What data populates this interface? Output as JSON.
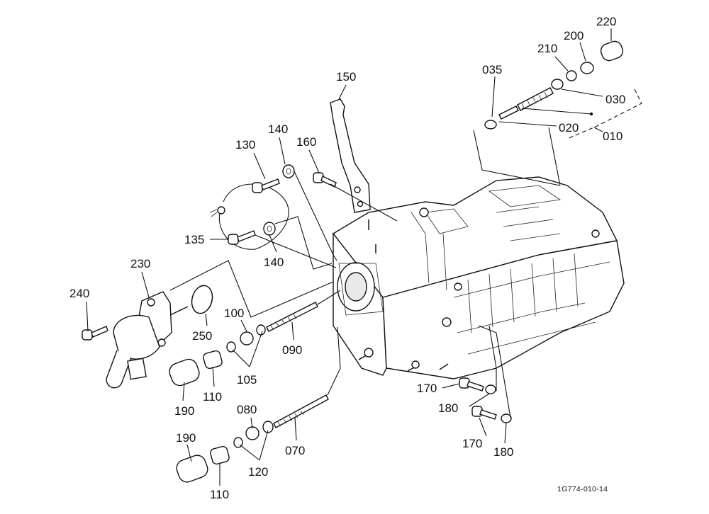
{
  "diagram_code": "1G774-010-14",
  "labels": {
    "p220": "220",
    "p200": "200",
    "p210": "210",
    "p035": "035",
    "p030": "030",
    "p020": "020",
    "p010": "010",
    "p150": "150",
    "p140a": "140",
    "p130": "130",
    "p160": "160",
    "p135": "135",
    "p140b": "140",
    "p230": "230",
    "p240": "240",
    "p250": "250",
    "p100": "100",
    "p090": "090",
    "p105": "105",
    "p110a": "110",
    "p190a": "190",
    "p080": "080",
    "p070": "070",
    "p120": "120",
    "p190b": "190",
    "p110b": "110",
    "p170a": "170",
    "p180a": "180",
    "p170b": "170",
    "p180b": "180"
  }
}
